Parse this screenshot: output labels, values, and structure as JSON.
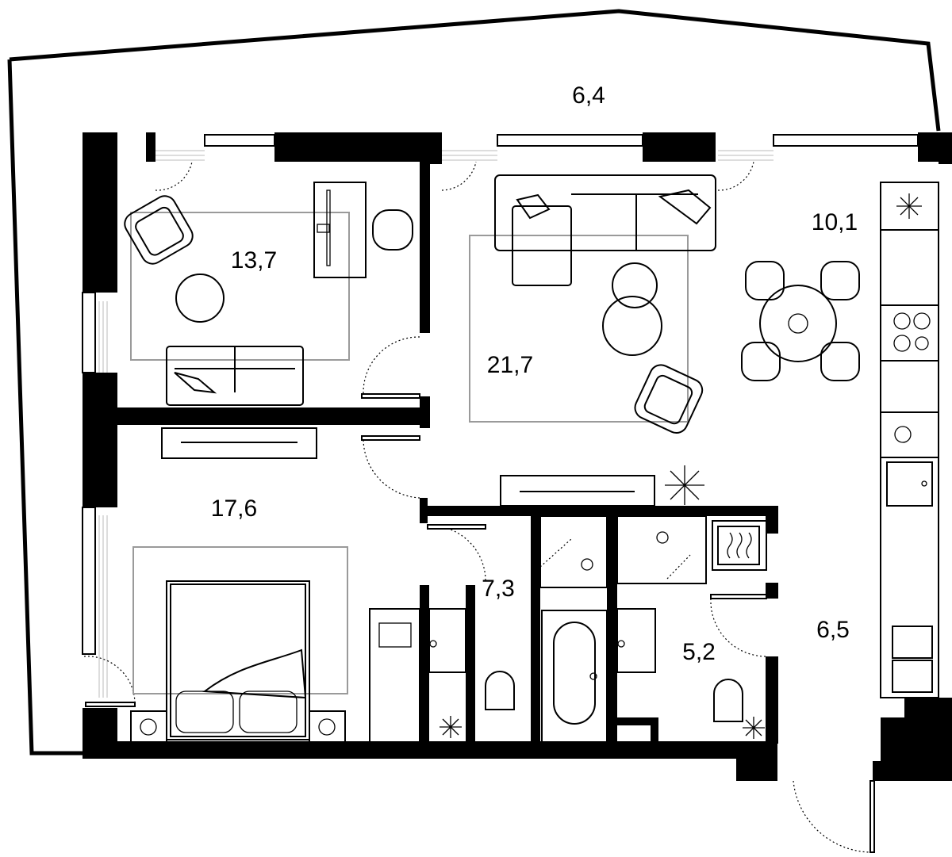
{
  "rooms": {
    "balcony": "6,4",
    "bedroom_top": "13,7",
    "living": "21,7",
    "kitchen": "10,1",
    "bedroom_main": "17,6",
    "bathroom_1": "7,3",
    "bathroom_2": "5,2",
    "hall": "6,5"
  },
  "icons": {
    "freezer": "snowflake-icon",
    "stove": "stove-icon",
    "sink": "sink-icon",
    "plant": "plant-icon",
    "washer": "washing-machine-icon"
  }
}
